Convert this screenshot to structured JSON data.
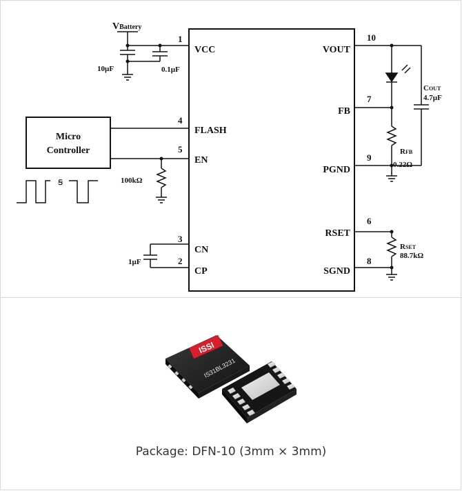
{
  "schematic": {
    "supply": {
      "main": "V",
      "sub": "Battery"
    },
    "caps_in": [
      "10µF",
      "0.1µF"
    ],
    "mcu": [
      "Micro",
      "Controller"
    ],
    "pulldown": "100kΩ",
    "flying_cap": "1µF",
    "pins_left": [
      {
        "num": "1",
        "name": "VCC"
      },
      {
        "num": "4",
        "name": "FLASH"
      },
      {
        "num": "5",
        "name": "EN"
      },
      {
        "num": "3",
        "name": "CN"
      },
      {
        "num": "2",
        "name": "CP"
      }
    ],
    "pins_right": [
      {
        "num": "10",
        "name": "VOUT"
      },
      {
        "num": "7",
        "name": "FB"
      },
      {
        "num": "9",
        "name": "PGND"
      },
      {
        "num": "6",
        "name": "RSET"
      },
      {
        "num": "8",
        "name": "SGND"
      }
    ],
    "cout": {
      "main": "C",
      "sub": "OUT",
      "value": "4.7µF"
    },
    "rfb": {
      "main": "R",
      "sub": "FB",
      "value": "0.22Ω"
    },
    "rset": {
      "main": "R",
      "sub": "SET",
      "value": "88.7kΩ"
    }
  },
  "package": {
    "logo": "ISSI",
    "marking": "IS31BL3231",
    "caption": "Package: DFN-10 (3mm × 3mm)"
  }
}
